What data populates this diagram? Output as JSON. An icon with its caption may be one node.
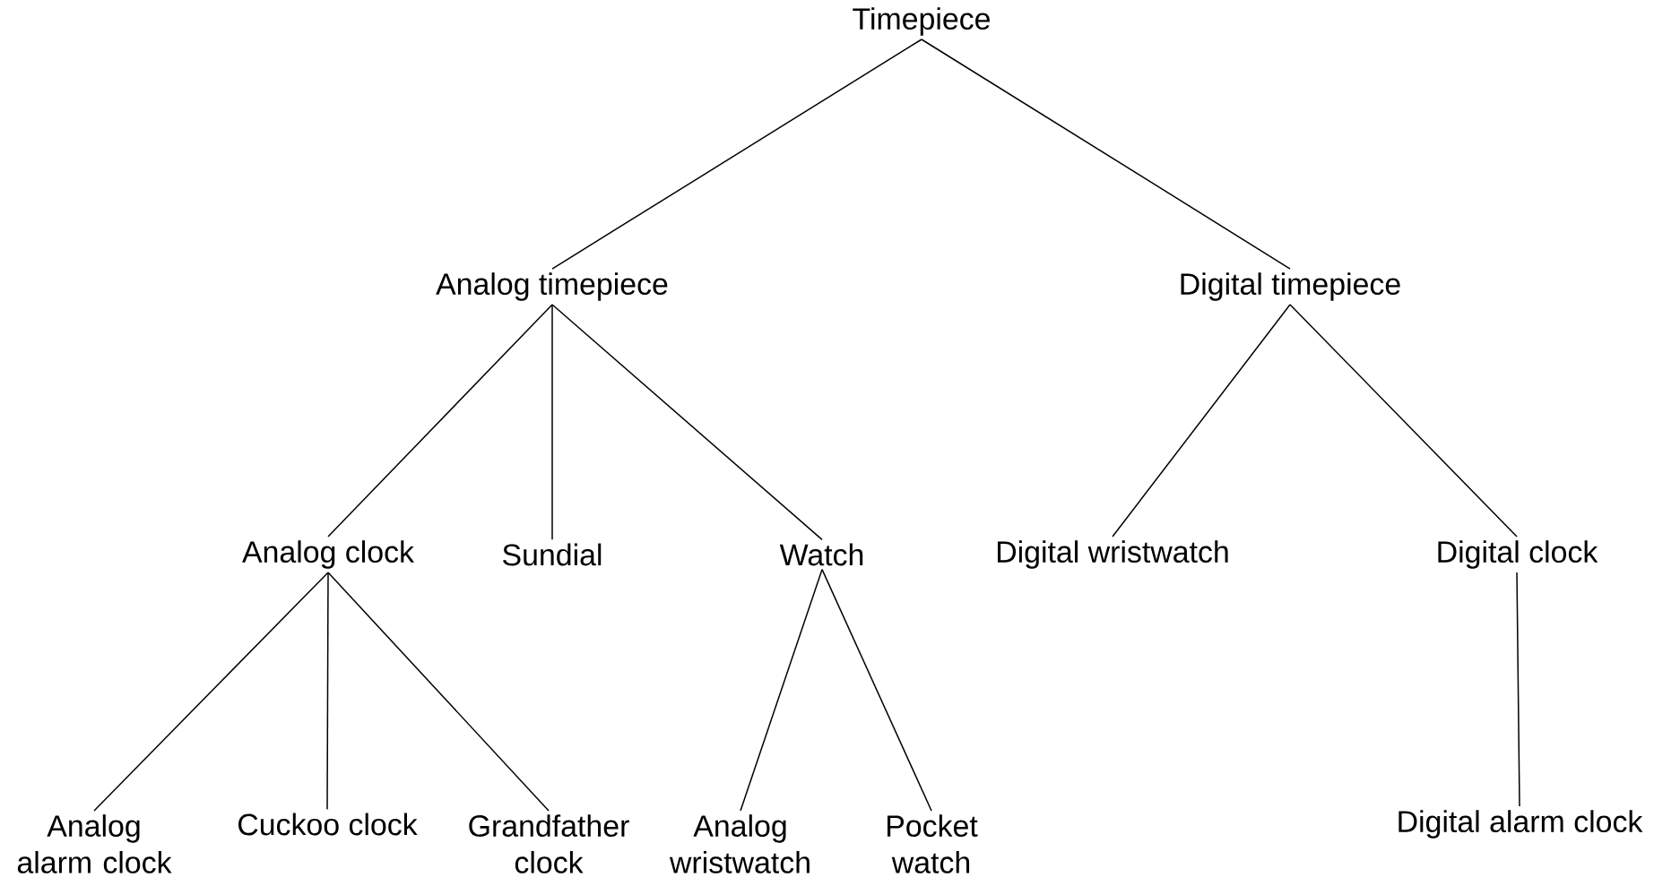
{
  "diagram": {
    "nodes": [
      {
        "text": [
          "Timepiece"
        ]
      },
      {
        "text": [
          "Analog timepiece"
        ]
      },
      {
        "text": [
          "Digital timepiece"
        ]
      },
      {
        "text": [
          "Analog clock"
        ]
      },
      {
        "text": [
          "Sundial"
        ]
      },
      {
        "text": [
          "Watch"
        ]
      },
      {
        "text": [
          "Digital wristwatch"
        ]
      },
      {
        "text": [
          "Digital clock"
        ]
      },
      {
        "text": [
          "Analog alarm clock"
        ]
      },
      {
        "text": [
          "Cuckoo clock"
        ]
      },
      {
        "text": [
          "Grandfather clock"
        ]
      },
      {
        "text": [
          "Analog wristwatch"
        ]
      },
      {
        "text": [
          "Pocket watch"
        ]
      },
      {
        "text": [
          "Digital alarm clock"
        ]
      }
    ],
    "edges": [
      {
        "from": 0,
        "to": 1,
        "arrow": "none"
      },
      {
        "from": 0,
        "to": 2,
        "arrow": "none"
      },
      {
        "from": 1,
        "to": 3,
        "arrow": "none"
      },
      {
        "from": 1,
        "to": 4,
        "arrow": "none"
      },
      {
        "from": 1,
        "to": 5,
        "arrow": "none"
      },
      {
        "from": 2,
        "to": 6,
        "arrow": "none"
      },
      {
        "from": 2,
        "to": 7,
        "arrow": "none"
      },
      {
        "from": 3,
        "to": 8,
        "arrow": "none"
      },
      {
        "from": 3,
        "to": 9,
        "arrow": "none"
      },
      {
        "from": 3,
        "to": 10,
        "arrow": "none"
      },
      {
        "from": 5,
        "to": 11,
        "arrow": "none"
      },
      {
        "from": 5,
        "to": 12,
        "arrow": "none"
      },
      {
        "from": 7,
        "to": 13,
        "arrow": "none"
      }
    ]
  }
}
